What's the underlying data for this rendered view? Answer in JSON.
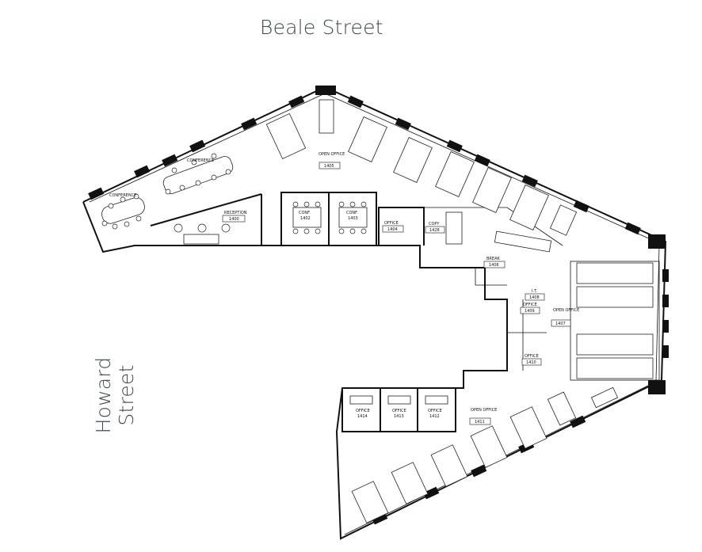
{
  "streets": {
    "top": "Beale Street",
    "left": "Howard Street"
  },
  "rooms": [
    {
      "id": "conf-west",
      "name": "CONFERENCE",
      "number": ""
    },
    {
      "id": "conf-north",
      "name": "CONFERENCE",
      "number": ""
    },
    {
      "id": "reception",
      "name": "RECEPTION",
      "number": "1400"
    },
    {
      "id": "conf-1402",
      "name": "CONF.",
      "number": "1402"
    },
    {
      "id": "conf-1403",
      "name": "CONF.",
      "number": "1403"
    },
    {
      "id": "office-1404",
      "name": "OFFICE",
      "number": "1404"
    },
    {
      "id": "open-1405",
      "name": "OPEN OFFICE",
      "number": "1405"
    },
    {
      "id": "break-1406",
      "name": "BREAK",
      "number": "1406"
    },
    {
      "id": "copy-1428",
      "name": "COPY",
      "number": "1428"
    },
    {
      "id": "it-1408",
      "name": "I.T.",
      "number": "1408"
    },
    {
      "id": "office-1409",
      "name": "OFFICE",
      "number": "1409"
    },
    {
      "id": "open-1407",
      "name": "OPEN OFFICE",
      "number": "1407"
    },
    {
      "id": "office-1410",
      "name": "OFFICE",
      "number": "1410"
    },
    {
      "id": "office-1414",
      "name": "OFFICE",
      "number": "1414"
    },
    {
      "id": "office-1413",
      "name": "OFFICE",
      "number": "1413"
    },
    {
      "id": "office-1412",
      "name": "OFFICE",
      "number": "1412"
    },
    {
      "id": "open-1411",
      "name": "OPEN OFFICE",
      "number": "1411"
    }
  ]
}
